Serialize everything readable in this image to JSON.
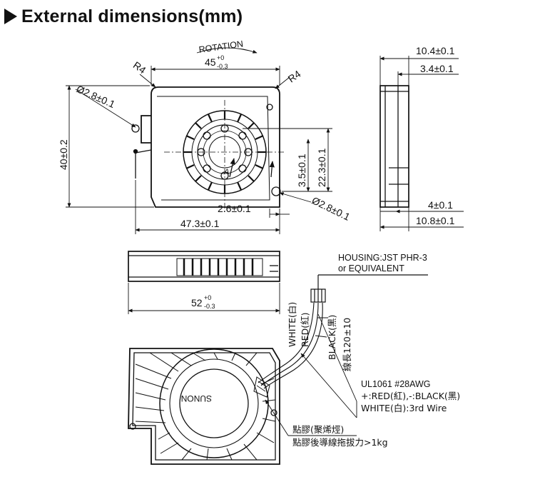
{
  "title": "External dimensions(mm)",
  "icons": {
    "bullet": "triangle-bullet-icon"
  },
  "front_view": {
    "rotation": "ROTATION",
    "width_top": "45",
    "width_top_tol": "+0",
    "width_top_tol_low": "-0.3",
    "radius_left": "R4",
    "radius_right": "R4",
    "hole_left": "Ø2.8±0.1",
    "hole_right": "Ø2.8±0.1",
    "height": "40±0.2",
    "dim_3_5": "3.5±0.1",
    "dim_22_3": "22.3±0.1",
    "dim_2_6": "2.6±0.1",
    "dim_47_3": "47.3±0.1",
    "arrow_label": "A"
  },
  "side_view": {
    "dim_10_4": "10.4±0.1",
    "dim_3_4": "3.4±0.1",
    "dim_4": "4±0.1",
    "dim_10_8": "10.8±0.1"
  },
  "top_view": {
    "width": "52",
    "width_tol": "+0",
    "width_tol_low": "-0.3"
  },
  "connector": {
    "housing": "HOUSING:JST PHR-3",
    "equivalent": "or EQUIVALENT",
    "white": "WHITE(白)",
    "red": "RED(紅)",
    "black": "BLACK(黑)",
    "length": "線長120±10",
    "cable": "UL1061 #28AWG",
    "polarity": "+:RED(紅),-:BLACK(黑)",
    "third_wire": "WHITE(白):3rd Wire"
  },
  "bottom_view": {
    "brand": "SUNON",
    "note_1": "點膠(聚烯烴)",
    "note_2": "點膠後導線拖拔力>1kg"
  }
}
